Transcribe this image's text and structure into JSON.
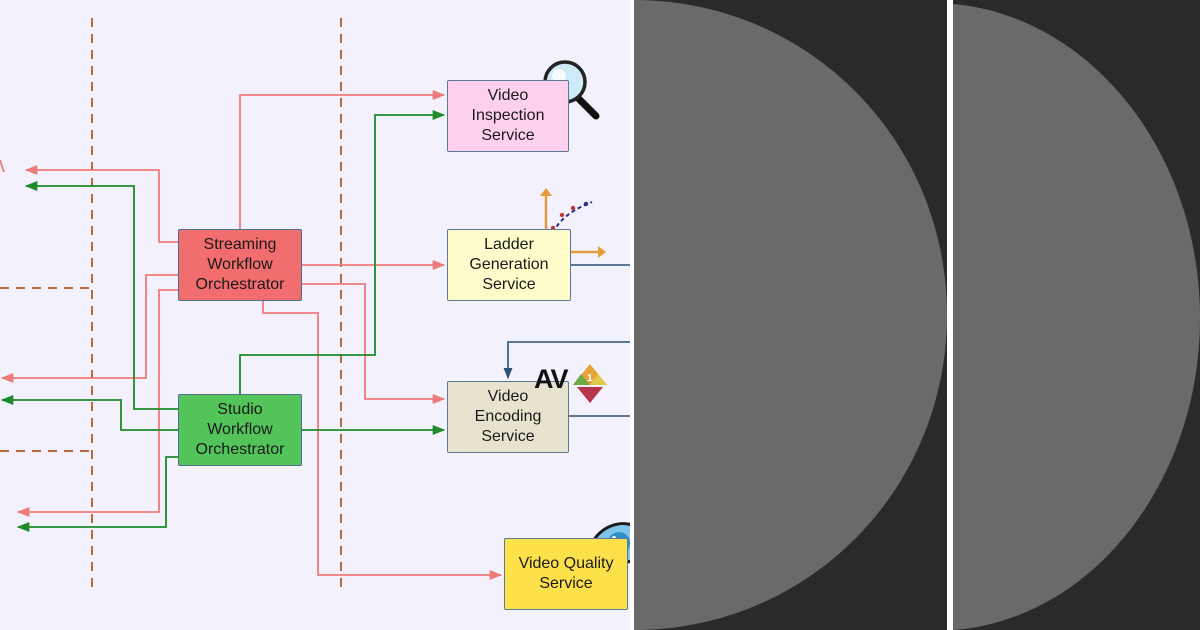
{
  "nodes": {
    "streaming": "Streaming\nWorkflow\nOrchestrator",
    "studio": "Studio\nWorkflow\nOrchestrator",
    "inspection": "Video\nInspection\nService",
    "ladder": "Ladder\nGeneration\nService",
    "encoding": "Video\nEncoding\nService",
    "quality": "Video Quality\nService"
  },
  "logos": {
    "av1_text": "AV"
  },
  "colors": {
    "streaming_line": "#ef7b7b",
    "studio_line": "#1e8a2a",
    "service_line": "#2f5174",
    "dashed_divider": "#b8693e",
    "diagram_background": "#f2f1fc",
    "panel_background": "#2a2a2a",
    "panel_disc": "#6a6a6a"
  },
  "icons": [
    "magnifier-icon",
    "chart-icon",
    "av1-logo-icon",
    "eye-icon"
  ]
}
